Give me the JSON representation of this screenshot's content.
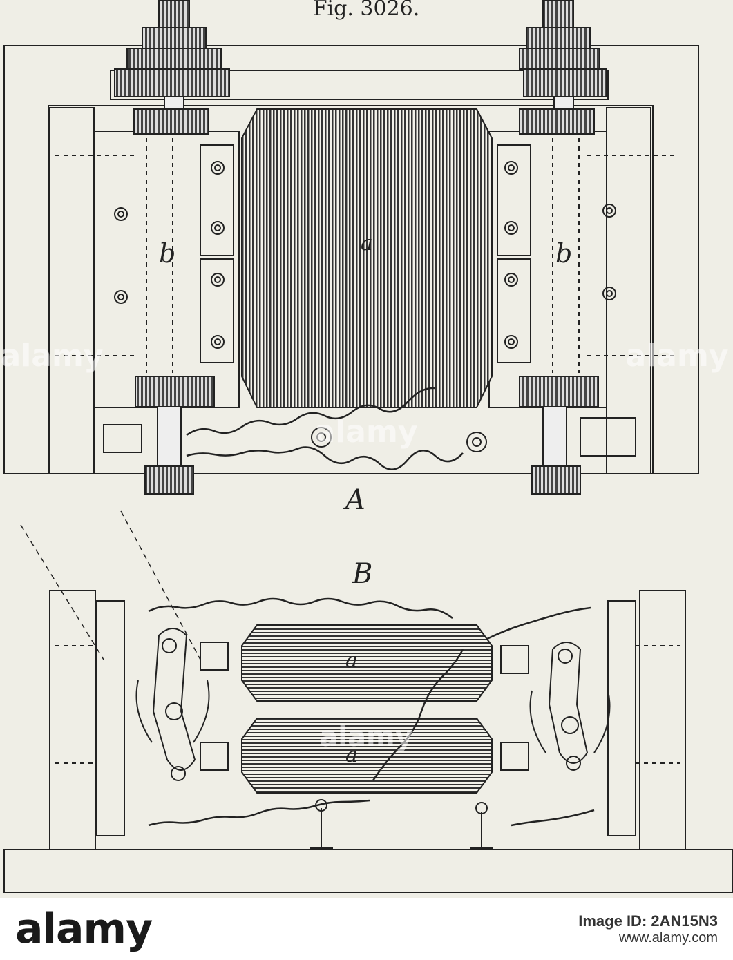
{
  "figure": {
    "caption": "Fig. 3026.",
    "labels": {
      "view_a": "A",
      "view_b": "B",
      "armature": "a",
      "shaft": "b"
    }
  },
  "watermark": {
    "text": "alamy"
  },
  "footer": {
    "brand": "alamy",
    "image_id": "Image ID: 2AN15N3",
    "url": "www.alamy.com"
  }
}
